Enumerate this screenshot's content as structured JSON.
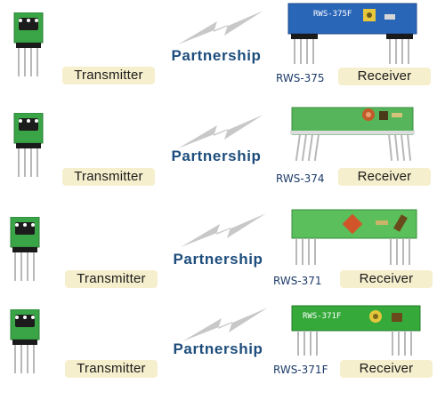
{
  "rows": [
    {
      "left_label": "Transmitter",
      "middle_label": "Partnership",
      "model": "RWS-375",
      "right_label": "Receiver",
      "board_print": "RWS-375F"
    },
    {
      "left_label": "Transmitter",
      "middle_label": "Partnership",
      "model": "RWS-374",
      "right_label": "Receiver"
    },
    {
      "left_label": "Transmitter",
      "middle_label": "Partnership",
      "model": "RWS-371",
      "right_label": "Receiver"
    },
    {
      "left_label": "Transmitter",
      "middle_label": "Partnership",
      "model": "RWS-371F",
      "right_label": "Receiver",
      "board_print": "RWS-371F"
    }
  ],
  "colors": {
    "label_background": "#f6efcd",
    "partnership_text": "#1d4d7c",
    "model_text": "#1d3b6a",
    "bolt": "#c8c8c8",
    "pcb_green": "#3fa14a",
    "pcb_blue": "#2a66b8"
  },
  "icons": [
    "transmitter-module-image",
    "lightning-bolt-icon",
    "receiver-module-image"
  ]
}
